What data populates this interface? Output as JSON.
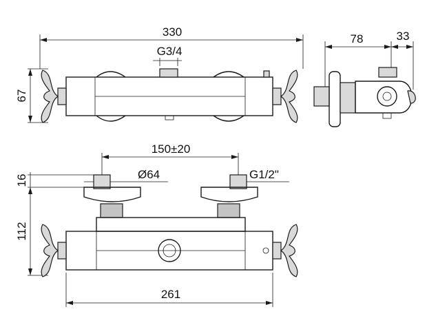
{
  "dimensions": {
    "total_width": "330",
    "inlet_top": "G3/4",
    "side_depth": "78",
    "side_offset": "33",
    "body_height": "67",
    "centres": "150±20",
    "eccentric_diameter": "Ø64",
    "thread": "G1/2\"",
    "eccentric_height": "16",
    "front_height": "112",
    "body_width": "261"
  },
  "colors": {
    "line": "#1a1a1a",
    "shade": "#d9d9d9"
  }
}
